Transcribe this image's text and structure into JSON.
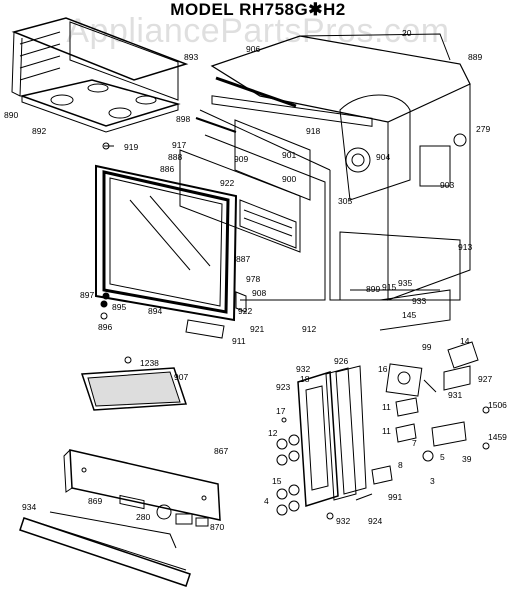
{
  "diagram": {
    "title": "MODEL RH758G✱H2",
    "watermark": "AppliancePartsPros.com",
    "parts": {
      "p20": "20",
      "p889": "889",
      "p893": "893",
      "p890": "890",
      "p892": "892",
      "p906": "906",
      "p898": "898",
      "p918": "918",
      "p279": "279",
      "p917": "917",
      "p919": "919",
      "p901": "901",
      "p888": "888",
      "p909": "909",
      "p904": "904",
      "p886": "886",
      "p900": "900",
      "p922a": "922",
      "p903": "903",
      "p305": "305",
      "p913": "913",
      "p887": "887",
      "p978": "978",
      "p897": "897",
      "p895": "895",
      "p896": "896",
      "p894": "894",
      "p908": "908",
      "p922b": "922",
      "p921": "921",
      "p911": "911",
      "p912": "912",
      "p899": "899",
      "p915": "915",
      "p935": "935",
      "p933": "933",
      "p145": "145",
      "p1238": "1238",
      "p907": "907",
      "p932a": "932",
      "p926": "926",
      "p18": "18",
      "p923": "923",
      "p17": "17",
      "p12": "12",
      "p15": "15",
      "p4": "4",
      "p932b": "932",
      "p99": "99",
      "p14": "14",
      "p16": "16",
      "p927": "927",
      "p931": "931",
      "p1506": "1506",
      "p11a": "11",
      "p11b": "11",
      "p1459": "1459",
      "p39": "39",
      "p7": "7",
      "p5": "5",
      "p8": "8",
      "p3": "3",
      "p991": "991",
      "p924": "924",
      "p867": "867",
      "p934": "934",
      "p869": "869",
      "p280": "280",
      "p870": "870"
    }
  }
}
